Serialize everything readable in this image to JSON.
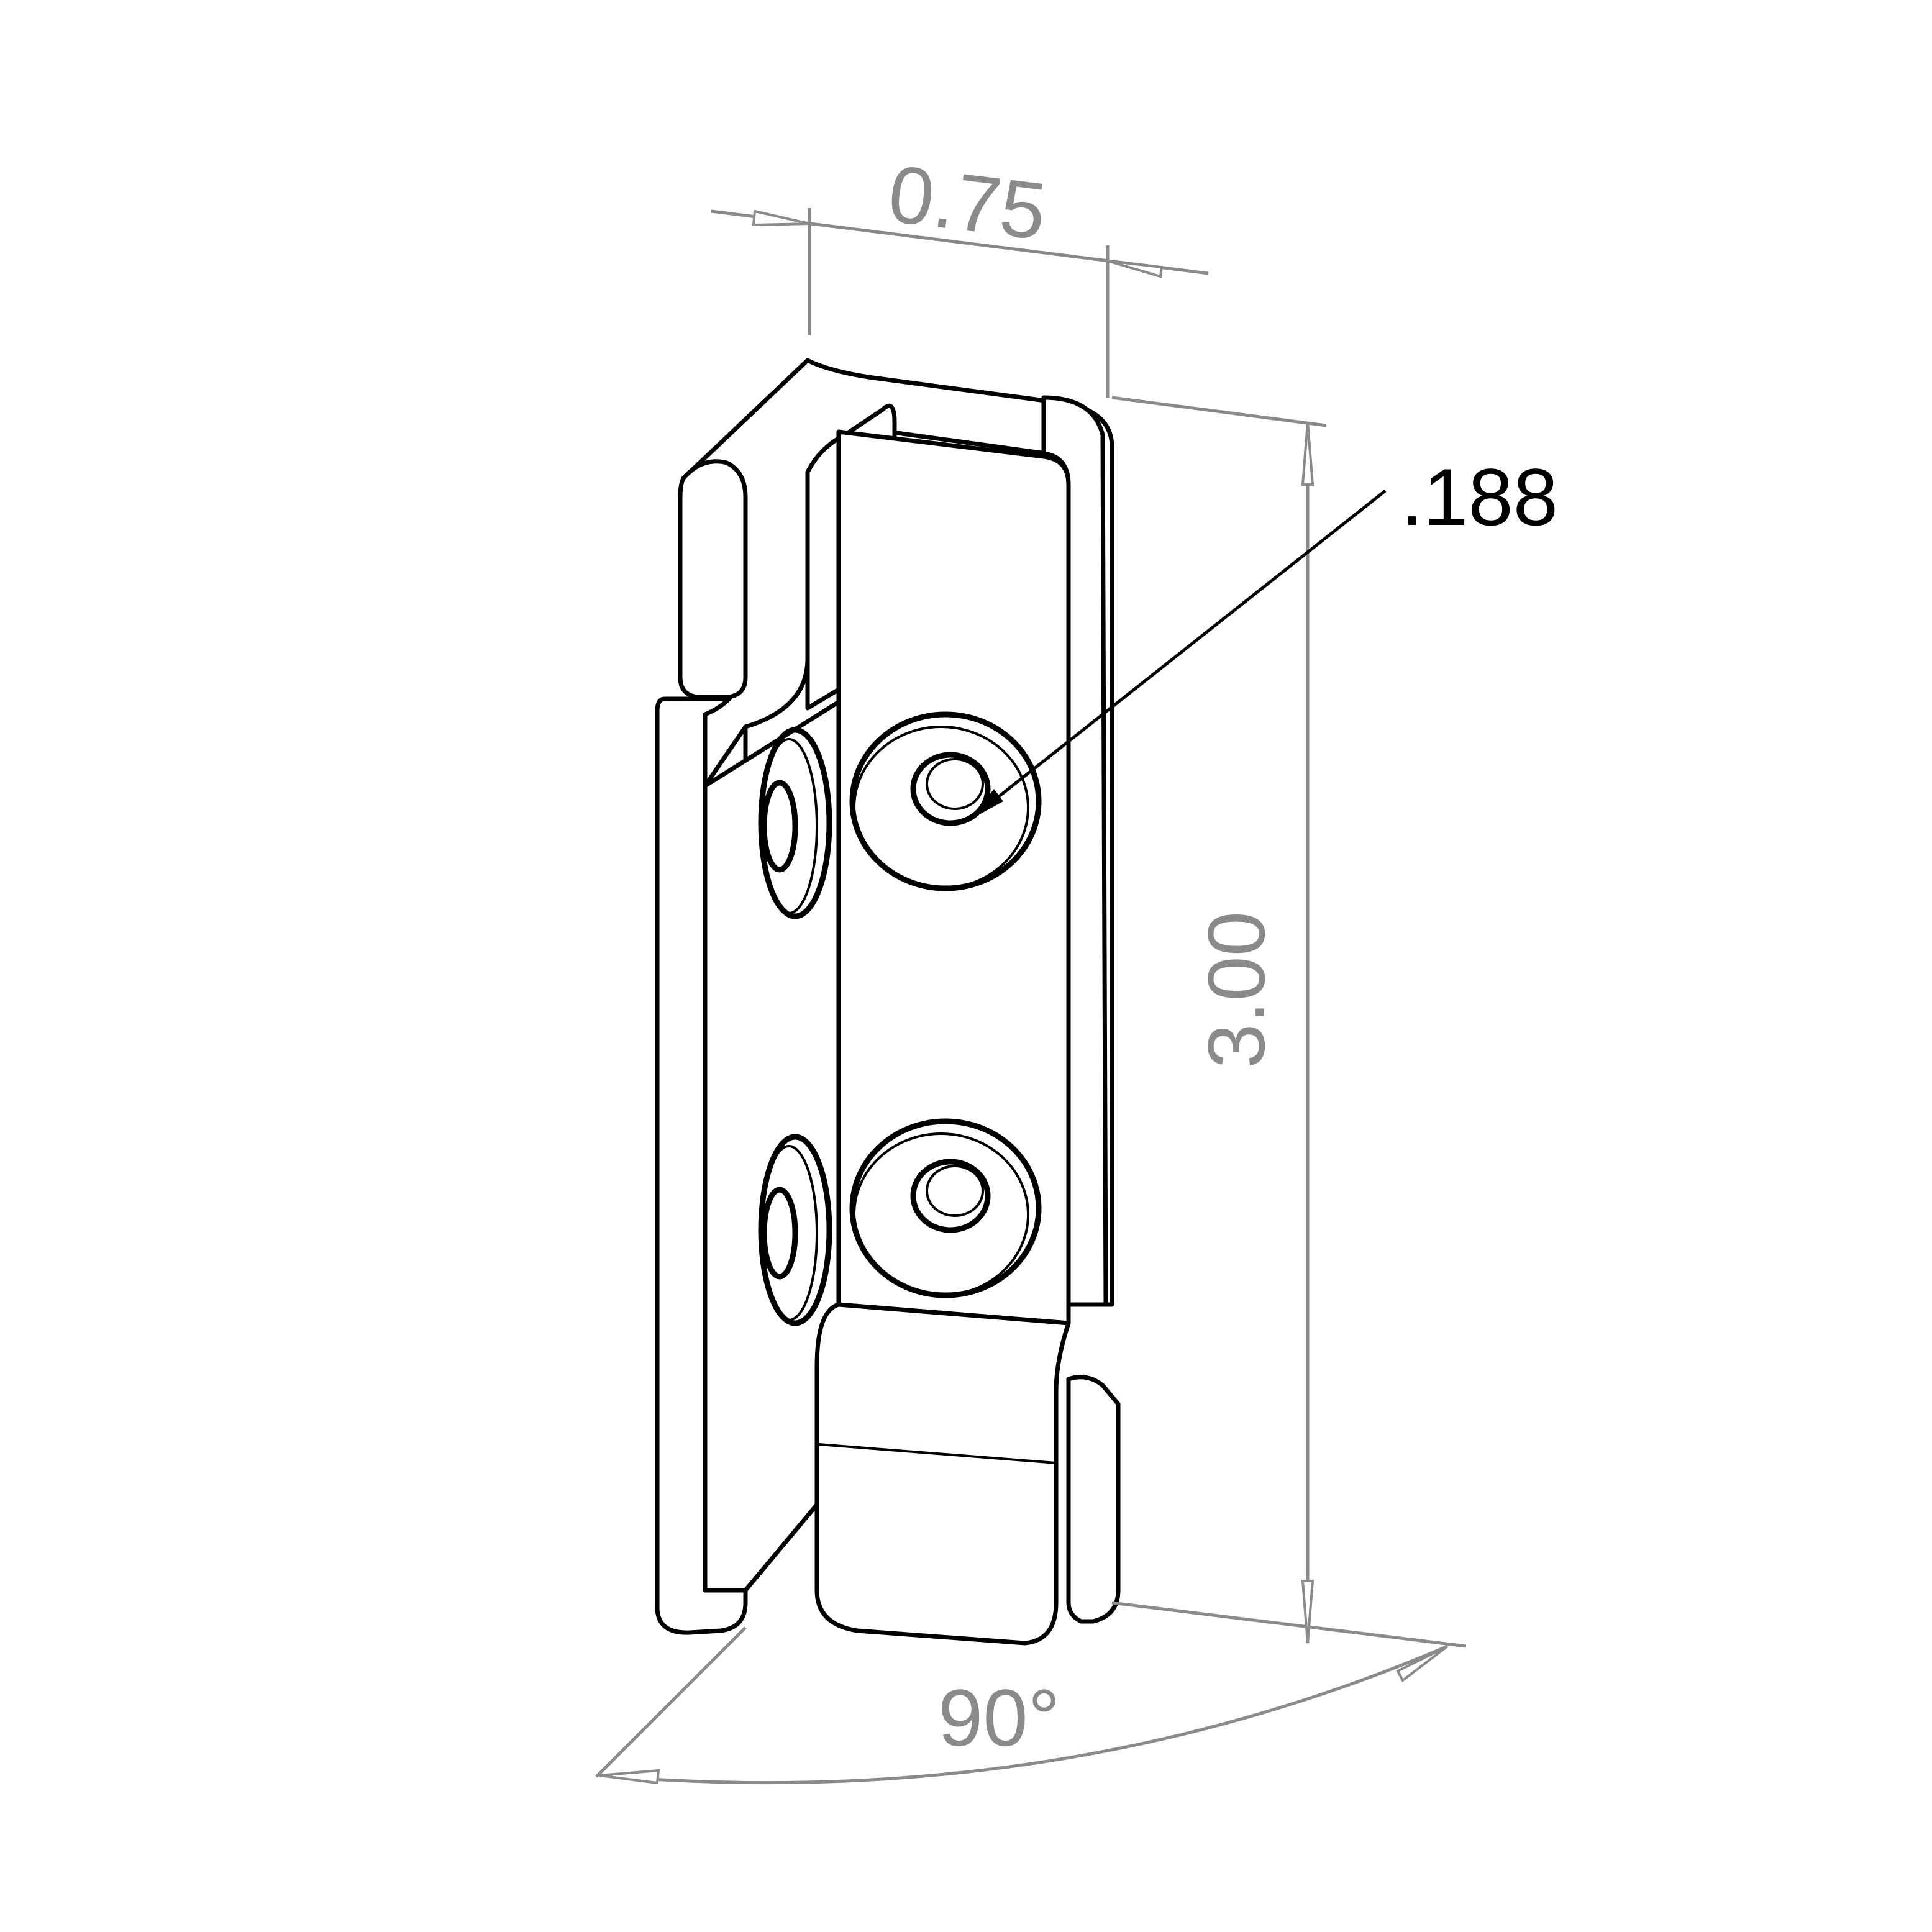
{
  "drawing": {
    "title": "Hinge bracket isometric dimensioned drawing",
    "colors": {
      "background": "#ffffff",
      "part_line": "#000000",
      "dimension_line": "#8a8a8a",
      "callout_text": "#000000"
    },
    "dimensions": {
      "width": {
        "label": "0.75",
        "type": "linear"
      },
      "height": {
        "label": "3.00",
        "type": "linear",
        "orientation": "vertical-rotated"
      },
      "hole": {
        "label": ".188",
        "type": "leader-callout"
      },
      "angle": {
        "label": "90°",
        "type": "angular"
      }
    },
    "features": {
      "holes_front_face": 2,
      "holes_side_face": 2
    }
  }
}
